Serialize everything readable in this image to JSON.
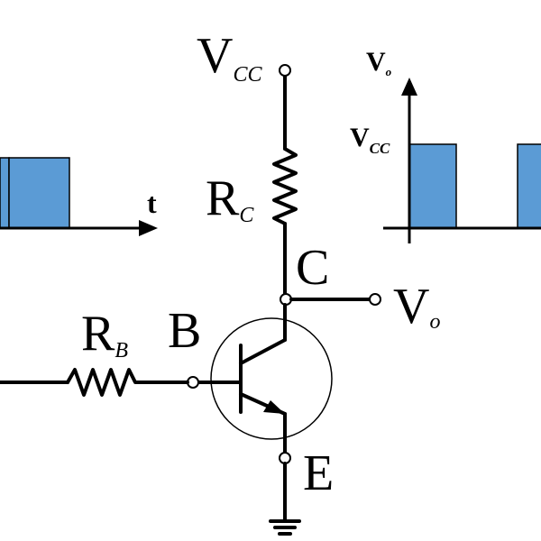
{
  "labels": {
    "vcc_main": "V",
    "vcc_main_sub": "CC",
    "rc_main": "R",
    "rc_main_sub": "C",
    "rb_main": "R",
    "rb_main_sub": "B",
    "base": "B",
    "collector": "C",
    "emitter": "E",
    "vo_main": "V",
    "vo_main_sub": "o",
    "input_time_axis": "t",
    "output_axis_main": "V",
    "output_axis_sub": "o",
    "output_vcc_main": "V",
    "output_vcc_sub": "CC"
  },
  "colors": {
    "pulse_fill": "#5b9bd5",
    "line": "#000000",
    "background": "#ffffff"
  }
}
